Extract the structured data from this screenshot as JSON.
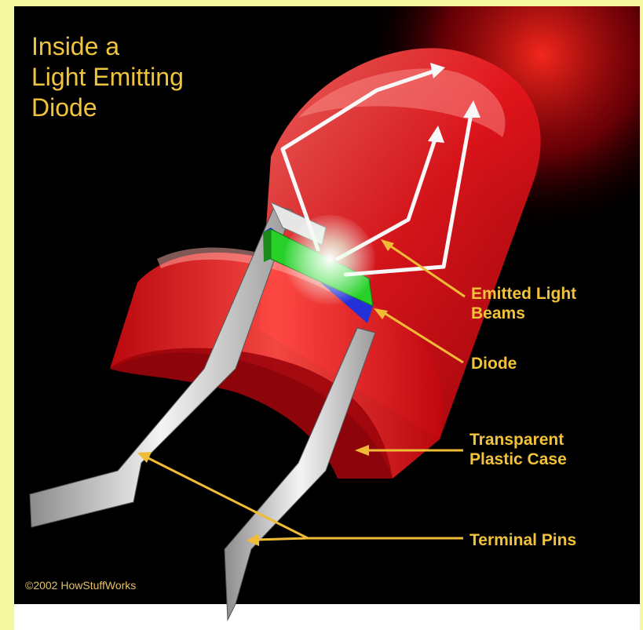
{
  "title": "Inside a\nLight Emitting\nDiode",
  "labels": {
    "emitted_light_beams": "Emitted Light\nBeams",
    "diode": "Diode",
    "transparent_plastic_case": "Transparent\nPlastic Case",
    "terminal_pins": "Terminal Pins"
  },
  "copyright": "©2002 HowStuffWorks",
  "colors": {
    "label_text": "#f2c23a",
    "case_red": "#e8151b",
    "diode_green": "#27d12a",
    "substrate_blue": "#2430d8",
    "background": "#000000"
  }
}
